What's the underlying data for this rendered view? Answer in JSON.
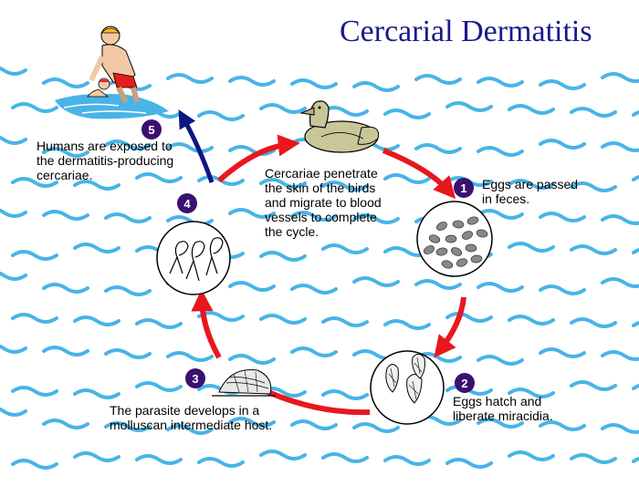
{
  "title": "Cercarial Dermatitis",
  "colors": {
    "arrow_red": "#e8171e",
    "arrow_blue": "#0d1780",
    "water": "#48b4e8",
    "badge": "#3a1070",
    "title": "#1a1a8c"
  },
  "steps": [
    {
      "number": "1",
      "text_lines": [
        "Eggs are passed",
        "in feces."
      ]
    },
    {
      "number": "2",
      "text_lines": [
        "Eggs hatch and",
        "liberate miracidia."
      ]
    },
    {
      "number": "3",
      "text_lines": [
        "The parasite develops in a",
        "molluscan intermediate host."
      ]
    },
    {
      "number": "4",
      "text_lines": [
        "Cercariae penetrate",
        "the skin of the birds",
        "and migrate to blood",
        "vessels to complete",
        "the cycle."
      ]
    },
    {
      "number": "5",
      "text_lines": [
        "Humans are exposed to",
        "the dermatitis-producing",
        "cercariae."
      ]
    }
  ],
  "icons": [
    "duck-icon",
    "eggs-circle-icon",
    "miracidia-circle-icon",
    "snail-icon",
    "cercariae-circle-icon",
    "swimmers-icon"
  ]
}
